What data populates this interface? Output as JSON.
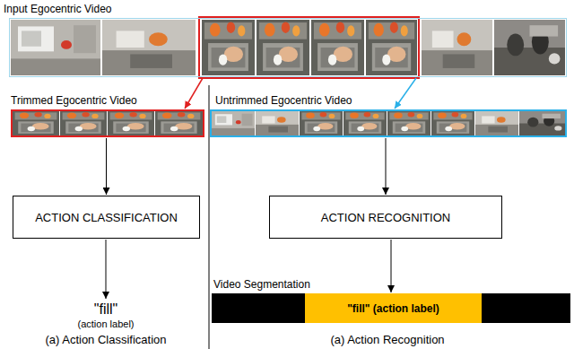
{
  "diagram": {
    "nodes": [
      {
        "text": [
          "Input Egocentric Video"
        ]
      },
      {
        "text": [
          "Trimmed Egocentric Video"
        ]
      },
      {
        "text": [
          "Untrimmed Egocentric Video"
        ]
      },
      {
        "text": [
          "ACTION CLASSIFICATION"
        ]
      },
      {
        "text": [
          "ACTION RECOGNITION"
        ]
      },
      {
        "text": [
          "Video Segmentation"
        ]
      },
      {
        "text": [
          "\"fill\" (action label)"
        ],
        "in": 5
      }
    ],
    "edges": [
      {
        "from": 0,
        "to": 1,
        "arrow": "to"
      },
      {
        "from": 0,
        "to": 2,
        "arrow": "to"
      },
      {
        "from": 1,
        "to": 3,
        "arrow": "to"
      },
      {
        "from": 2,
        "to": 4,
        "arrow": "to"
      },
      {
        "from": 4,
        "to": 5,
        "arrow": "to"
      }
    ],
    "labels": [
      "\"fill\"",
      "(action label)",
      "(a) Action Classification",
      "(a) Action Recognition"
    ]
  }
}
